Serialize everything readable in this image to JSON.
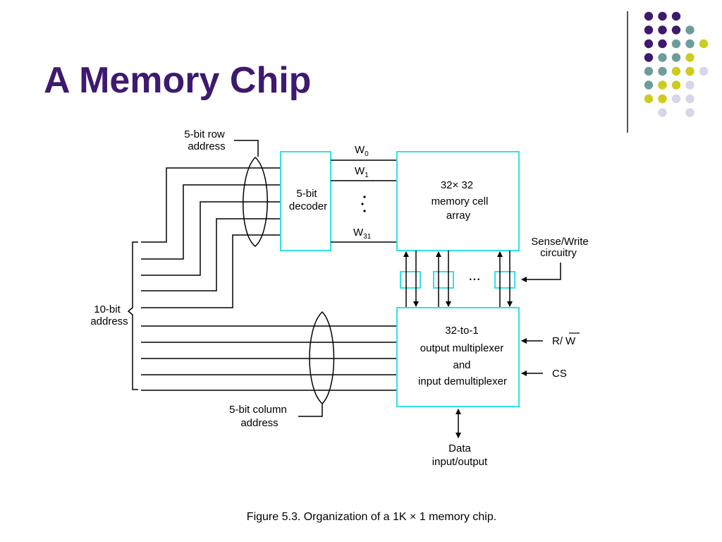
{
  "slide": {
    "title": "A Memory Chip"
  },
  "colors": {
    "title": "#3d1a6e",
    "dot_purple": "#3d1a6e",
    "dot_teal": "#6f9c9a",
    "dot_yellow": "#cccc1f",
    "dot_lavender": "#d6d6e8",
    "block_border": "#33e0e8"
  },
  "decoration": {
    "dot_grid": [
      [
        "purple",
        "purple",
        "purple",
        "",
        "",
        ""
      ],
      [
        "purple",
        "purple",
        "purple",
        "teal",
        "",
        ""
      ],
      [
        "purple",
        "purple",
        "teal",
        "teal",
        "yellow",
        ""
      ],
      [
        "purple",
        "teal",
        "teal",
        "yellow",
        "",
        ""
      ],
      [
        "teal",
        "teal",
        "yellow",
        "yellow",
        "lavender",
        ""
      ],
      [
        "teal",
        "yellow",
        "yellow",
        "lavender",
        "",
        ""
      ],
      [
        "yellow",
        "yellow",
        "lavender",
        "lavender",
        "",
        ""
      ],
      [
        "",
        "lavender",
        "",
        "lavender",
        "",
        ""
      ]
    ]
  },
  "diagram": {
    "row_address_label_1": "5-bit row",
    "row_address_label_2": "address",
    "decoder_label_1": "5-bit",
    "decoder_label_2": "decoder",
    "word_line_0": "W",
    "word_line_0_sub": "0",
    "word_line_1": "W",
    "word_line_1_sub": "1",
    "word_line_31": "W",
    "word_line_31_sub": "31",
    "array_label_1": "32× 32",
    "array_label_2": "memory cell",
    "array_label_3": "array",
    "sense_label_1": "Sense/Write",
    "sense_label_2": "circuitry",
    "address_label_1": "10-bit",
    "address_label_2": "address",
    "mux_label_1": "32-to-1",
    "mux_label_2": "output multiplexer",
    "mux_label_3": "and",
    "mux_label_4": "input demultiplexer",
    "rw_label_r": "R/",
    "rw_label_w": "W",
    "cs_label": "CS",
    "column_address_label_1": "5-bit column",
    "column_address_label_2": "address",
    "data_label_1": "Data",
    "data_label_2": "input/output",
    "ellipsis": "• • •",
    "caption": "Figure 5.3.  Organization of a 1K × 1 memory chip."
  }
}
